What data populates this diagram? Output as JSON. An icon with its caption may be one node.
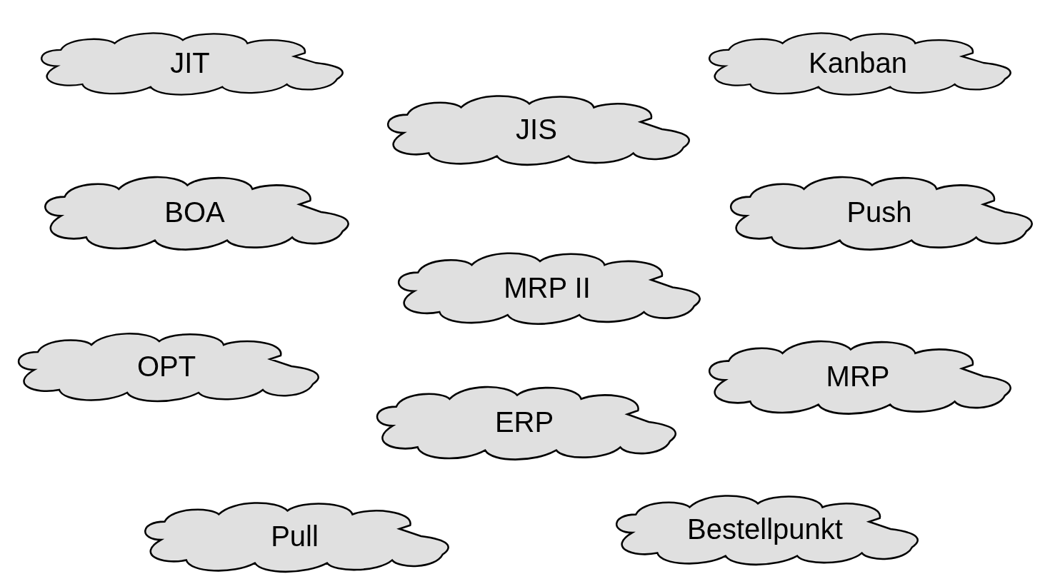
{
  "diagram": {
    "nodes": [
      {
        "text": [
          "JIT"
        ]
      },
      {
        "text": [
          "Kanban"
        ]
      },
      {
        "text": [
          "JIS"
        ]
      },
      {
        "text": [
          "BOA"
        ]
      },
      {
        "text": [
          "Push"
        ]
      },
      {
        "text": [
          "MRP II"
        ]
      },
      {
        "text": [
          "OPT"
        ]
      },
      {
        "text": [
          "MRP"
        ]
      },
      {
        "text": [
          "ERP"
        ]
      },
      {
        "text": [
          "Pull"
        ]
      },
      {
        "text": [
          "Bestellpunkt"
        ]
      }
    ]
  }
}
